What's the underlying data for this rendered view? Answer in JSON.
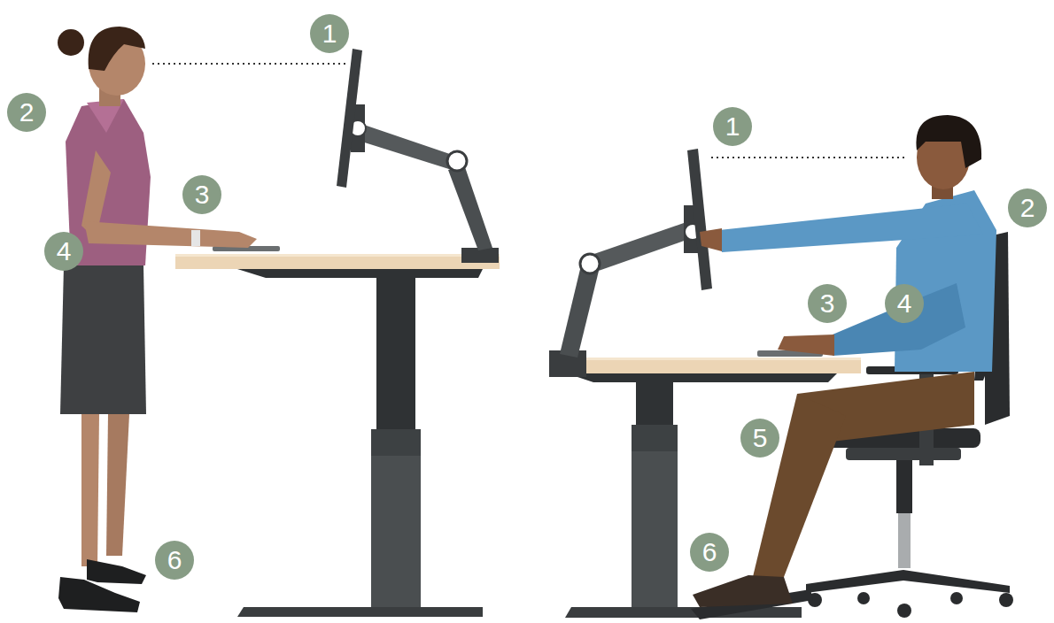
{
  "diagram": {
    "labels": [
      "1",
      "2",
      "3",
      "4",
      "6",
      "1",
      "2",
      "3",
      "4",
      "5",
      "6"
    ]
  }
}
